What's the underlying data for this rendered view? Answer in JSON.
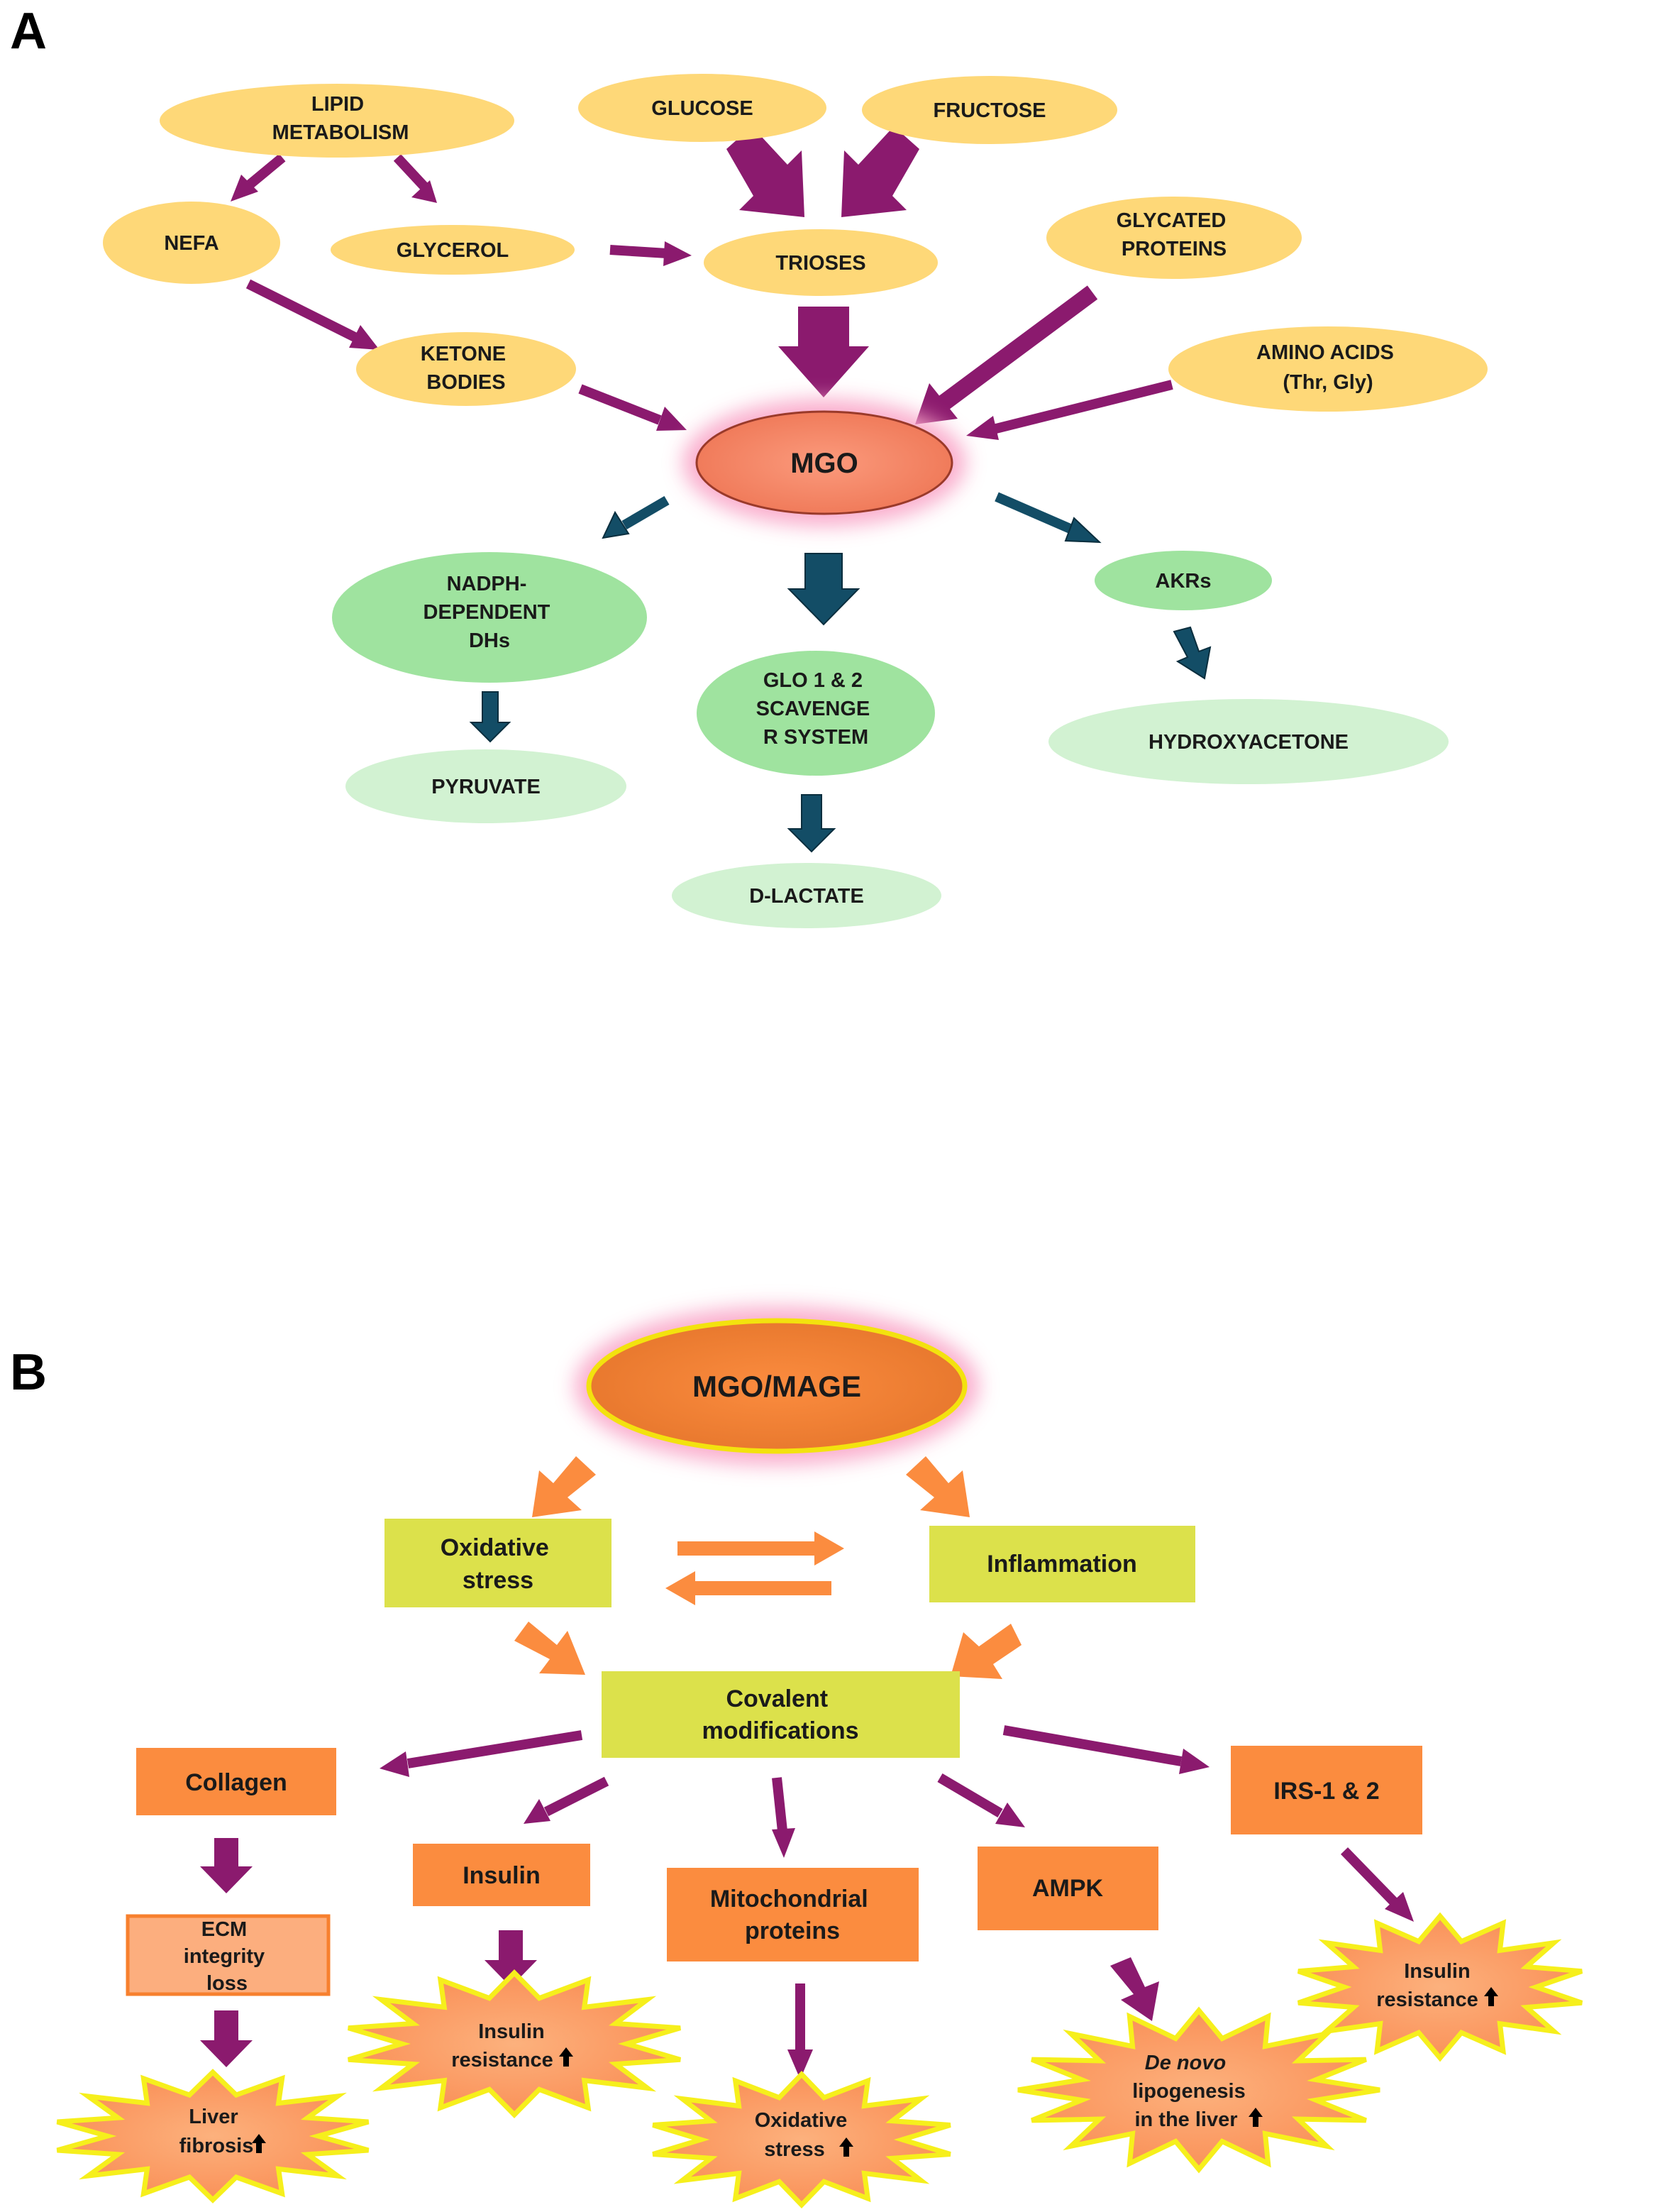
{
  "panel_a": {
    "label": "A",
    "nodes": {
      "lipid": [
        "LIPID",
        "METABOLISM"
      ],
      "glucose": [
        "GLUCOSE"
      ],
      "fructose": [
        "FRUCTOSE"
      ],
      "nefa": [
        "NEFA"
      ],
      "glycerol": [
        "GLYCEROL"
      ],
      "trioses": [
        "TRIOSES"
      ],
      "glycated": [
        "GLYCATED",
        "PROTEINS"
      ],
      "ketone": [
        "KETONE",
        "BODIES"
      ],
      "amino": [
        "AMINO ACIDS",
        "(Thr, Gly)"
      ],
      "mgo": [
        "MGO"
      ],
      "nadph": [
        "NADPH-",
        "DEPENDENT",
        "DHs"
      ],
      "glo": [
        "GLO 1 & 2",
        "SCAVENGE",
        "R SYSTEM"
      ],
      "akrs": [
        "AKRs"
      ],
      "hydroxy": [
        "HYDROXYACETONE"
      ],
      "pyruvate": [
        "PYRUVATE"
      ],
      "dlactate": [
        "D-LACTATE"
      ]
    }
  },
  "panel_b": {
    "label": "B",
    "nodes": {
      "mgomage": [
        "MGO/MAGE"
      ],
      "oxidative": [
        "Oxidative",
        "stress"
      ],
      "inflammation": [
        "Inflammation"
      ],
      "covalent": [
        "Covalent",
        "modifications"
      ],
      "collagen": [
        "Collagen"
      ],
      "irs": [
        "IRS-1 & 2"
      ],
      "insulin": [
        "Insulin"
      ],
      "mito": [
        "Mitochondrial",
        "proteins"
      ],
      "ampk": [
        "AMPK"
      ],
      "ecm": [
        "ECM",
        "integrity",
        "loss"
      ],
      "ir1": [
        "Insulin",
        "resistance"
      ],
      "ir2": [
        "Insulin",
        "resistance"
      ],
      "liverfib": [
        "Liver",
        "fibrosis"
      ],
      "oxstress2": [
        "Oxidative",
        "stress"
      ],
      "denovo": [
        "De novo",
        "lipogenesis",
        "in the liver"
      ]
    }
  },
  "colors": {
    "yellow": "#fed878",
    "green": "#9fe39f",
    "light_green": "#d2f2d2",
    "salmon": "#f58a6a",
    "orange": "#fb8c3f",
    "lime": "#dce14b",
    "purple": "#8b1a6e",
    "teal": "#134d66",
    "arrow_orange": "#fb8c3f"
  }
}
